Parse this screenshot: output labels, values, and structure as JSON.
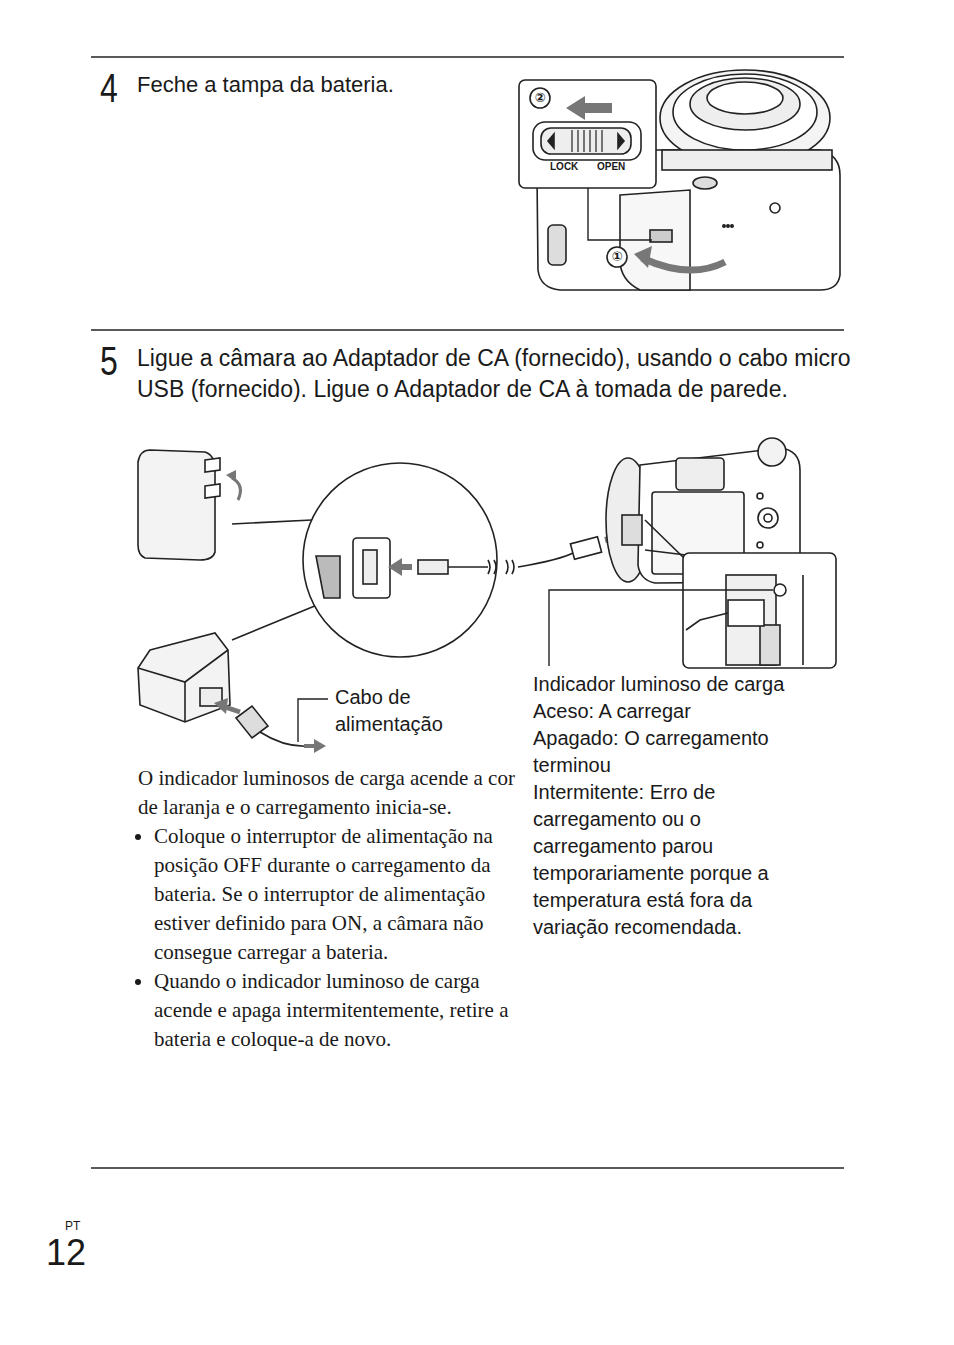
{
  "diagram": {
    "labels": [
      "4",
      "Feche a tampa da bateria.",
      "②",
      "LOCK",
      "OPEN",
      "①",
      "5",
      "Ligue a câmara ao Adaptador de CA (fornecido), usando o cabo micro USB (fornecido). Ligue o Adaptador de CA à tomada de parede.",
      "Cabo de alimentação",
      "Indicador luminoso de carga",
      "Aceso: A carregar",
      "Apagado: O carregamento terminou",
      "Intermitente: Erro de carregamento ou o carregamento parou temporariamente porque a temperatura está fora da variação recomendada.",
      "O indicador luminosos de carga acende a cor de laranja e o carregamento inicia-se.",
      "Coloque o interruptor de alimentação na posição OFF durante o carregamento da bateria. Se o interruptor de alimentação estiver definido para ON, a câmara não consegue carregar a bateria.",
      "Quando o indicador luminoso de carga acende e apaga intermitentemente, retire a bateria e coloque-a de novo.",
      "PT",
      "12"
    ]
  }
}
